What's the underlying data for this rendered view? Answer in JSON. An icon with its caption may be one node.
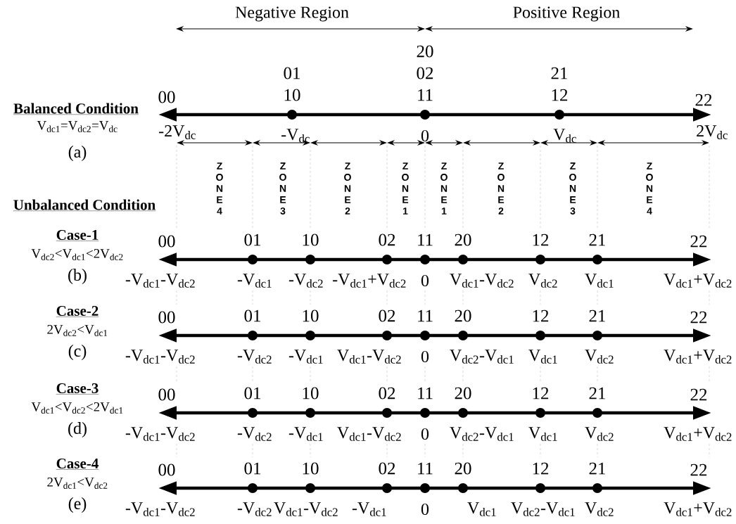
{
  "diagram": {
    "nodes": [
      {
        "text": [],
        "shape": "circle",
        "beside": [
          "01",
          "10",
          "-V$_{dc}$"
        ]
      },
      {
        "text": [],
        "shape": "circle",
        "beside": [
          "20",
          "02",
          "11",
          "0"
        ]
      },
      {
        "text": [],
        "shape": "circle",
        "beside": [
          "21",
          "12",
          "V$_{dc}$"
        ]
      },
      {
        "text": [],
        "shape": "circle",
        "beside": [
          "01",
          "-V$_{dc1}$"
        ]
      },
      {
        "text": [],
        "shape": "circle",
        "beside": [
          "10",
          "-V$_{dc2}$"
        ]
      },
      {
        "text": [],
        "shape": "circle",
        "beside": [
          "02",
          "-V$_{dc1}$+V$_{dc2}$"
        ]
      },
      {
        "text": [],
        "shape": "circle",
        "beside": [
          "11",
          "0"
        ]
      },
      {
        "text": [],
        "shape": "circle",
        "beside": [
          "20",
          "V$_{dc1}$-V$_{dc2}$"
        ]
      },
      {
        "text": [],
        "shape": "circle",
        "beside": [
          "12",
          "V$_{dc2}$"
        ]
      },
      {
        "text": [],
        "shape": "circle",
        "beside": [
          "21",
          "V$_{dc1}$"
        ]
      },
      {
        "text": [],
        "shape": "circle",
        "beside": [
          "01",
          "-V$_{dc2}$"
        ]
      },
      {
        "text": [],
        "shape": "circle",
        "beside": [
          "10",
          "-V$_{dc1}$"
        ]
      },
      {
        "text": [],
        "shape": "circle",
        "beside": [
          "02",
          "V$_{dc1}$-V$_{dc2}$"
        ]
      },
      {
        "text": [],
        "shape": "circle",
        "beside": [
          "11",
          "0"
        ]
      },
      {
        "text": [],
        "shape": "circle",
        "beside": [
          "20",
          "V$_{dc2}$-V$_{dc1}$"
        ]
      },
      {
        "text": [],
        "shape": "circle",
        "beside": [
          "12",
          "V$_{dc1}$"
        ]
      },
      {
        "text": [],
        "shape": "circle",
        "beside": [
          "21",
          "V$_{dc2}$"
        ]
      },
      {
        "text": [],
        "shape": "circle",
        "beside": [
          "01",
          "-V$_{dc2}$"
        ]
      },
      {
        "text": [],
        "shape": "circle",
        "beside": [
          "10",
          "-V$_{dc1}$"
        ]
      },
      {
        "text": [],
        "shape": "circle",
        "beside": [
          "02",
          "V$_{dc1}$-V$_{dc2}$"
        ]
      },
      {
        "text": [],
        "shape": "circle",
        "beside": [
          "11",
          "0"
        ]
      },
      {
        "text": [],
        "shape": "circle",
        "beside": [
          "20",
          "V$_{dc2}$-V$_{dc1}$"
        ]
      },
      {
        "text": [],
        "shape": "circle",
        "beside": [
          "12",
          "V$_{dc1}$"
        ]
      },
      {
        "text": [],
        "shape": "circle",
        "beside": [
          "21",
          "V$_{dc2}$"
        ]
      },
      {
        "text": [],
        "shape": "circle",
        "beside": [
          "01",
          "-V$_{dc2}$"
        ]
      },
      {
        "text": [],
        "shape": "circle",
        "beside": [
          "10",
          "V$_{dc1}$-V$_{dc2}$"
        ]
      },
      {
        "text": [],
        "shape": "circle",
        "beside": [
          "02",
          "-V$_{dc1}$"
        ]
      },
      {
        "text": [],
        "shape": "circle",
        "beside": [
          "11",
          "0"
        ]
      },
      {
        "text": [],
        "shape": "circle",
        "beside": [
          "20",
          "V$_{dc1}$"
        ]
      },
      {
        "text": [],
        "shape": "circle",
        "beside": [
          "12",
          "V$_{dc2}$-V$_{dc1}$"
        ]
      },
      {
        "text": [],
        "shape": "circle",
        "beside": [
          "21",
          "V$_{dc2}$"
        ]
      }
    ],
    "labels": [
      "Negative Region",
      "Positive Region",
      "00",
      "22",
      "Balanced Condition",
      "V$_{dc1}$=V$_{dc2}$=V$_{dc}$",
      "-2V$_{dc}$",
      "2V$_{dc}$",
      "(a)",
      "Z O N E 4",
      "Z O N E 3",
      "Z O N E 2",
      "Z O N E 1",
      "Z O N E 1",
      "Z O N E 2",
      "Z O N E 3",
      "Z O N E 4",
      "Unbalanced Condition",
      "Case-1",
      "V$_{dc2}$<V$_{dc1}$<2V$_{dc2}$",
      "(b)",
      "00",
      "22",
      "-V$_{dc1}$-V$_{dc2}$",
      "V$_{dc1}$+V$_{dc2}$",
      "Case-2",
      "2V$_{dc2}$<V$_{dc1}$",
      "(c)",
      "00",
      "22",
      "-V$_{dc1}$-V$_{dc2}$",
      "V$_{dc1}$+V$_{dc2}$",
      "Case-3",
      "V$_{dc1}$<V$_{dc2}$<2V$_{dc1}$",
      "(d)",
      "00",
      "22",
      "-V$_{dc1}$-V$_{dc2}$",
      "V$_{dc1}$+V$_{dc2}$",
      "Case-4",
      "2V$_{dc1}$<V$_{dc2}$",
      "(e)",
      "00",
      "22",
      "-V$_{dc1}$-V$_{dc2}$",
      "V$_{dc1}$+V$_{dc2}$"
    ]
  }
}
